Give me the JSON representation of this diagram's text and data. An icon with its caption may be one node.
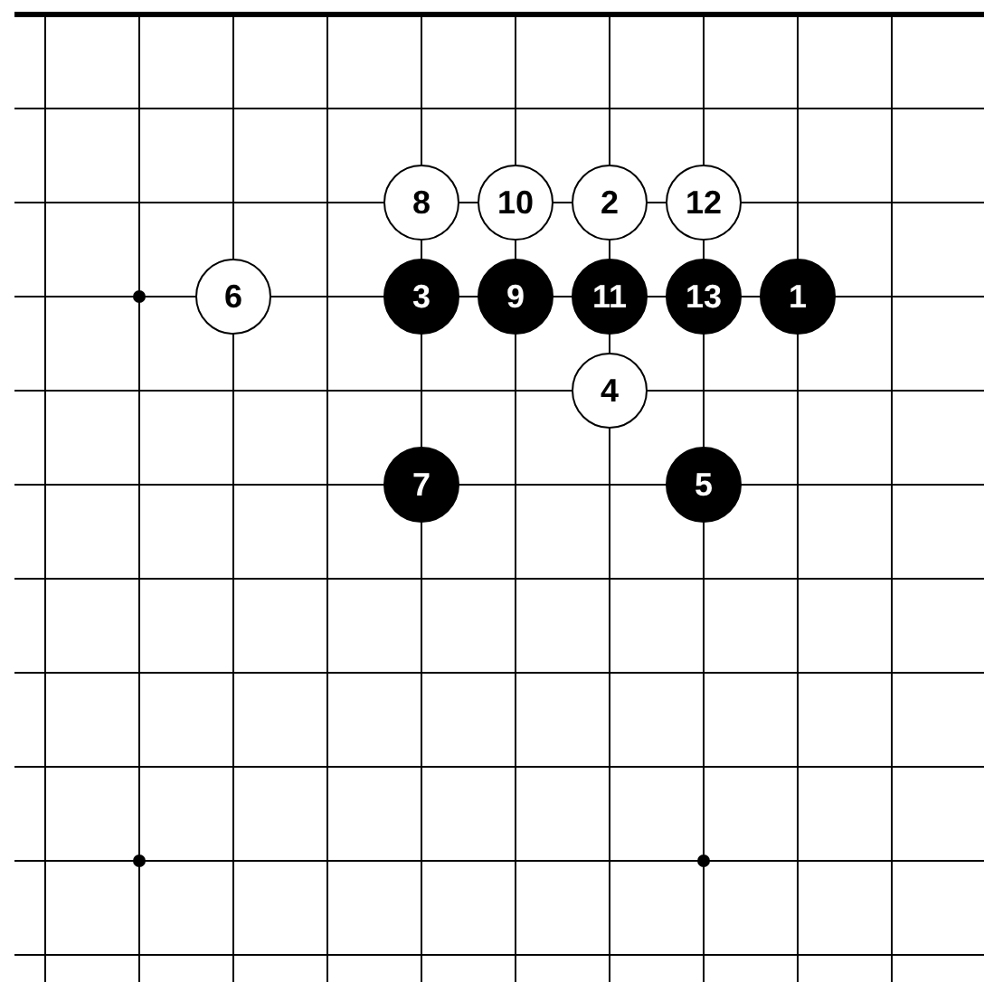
{
  "diagram": {
    "nodes": [
      {
        "text": [
          "8"
        ]
      },
      {
        "text": [
          "10"
        ]
      },
      {
        "text": [
          "2"
        ]
      },
      {
        "text": [
          "12"
        ]
      },
      {
        "text": [
          "6"
        ]
      },
      {
        "text": [
          "3"
        ]
      },
      {
        "text": [
          "9"
        ]
      },
      {
        "text": [
          "11"
        ]
      },
      {
        "text": [
          "13"
        ]
      },
      {
        "text": [
          "1"
        ]
      },
      {
        "text": [
          "4"
        ]
      },
      {
        "text": [
          "7"
        ]
      },
      {
        "text": [
          "5"
        ]
      }
    ]
  }
}
